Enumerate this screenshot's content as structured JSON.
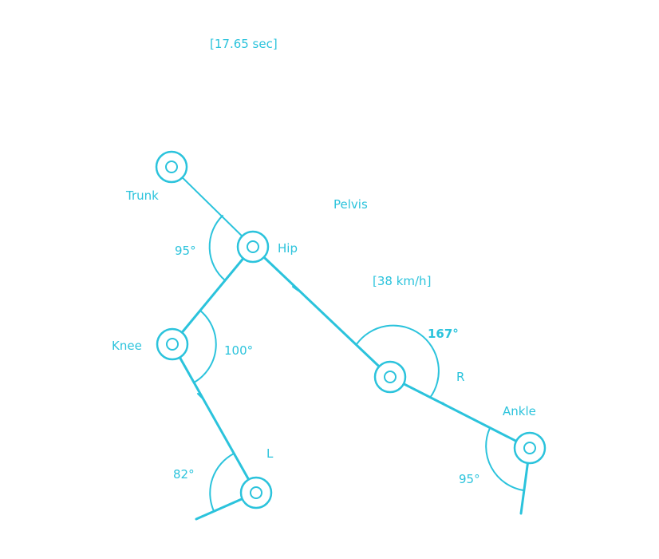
{
  "colors": {
    "accent": "#2bc3dc",
    "background": "#ffffff"
  },
  "header": {
    "time_readout": "[17.65 sec]"
  },
  "info": {
    "speed_readout": "[38 km/h]"
  },
  "joints": {
    "trunk": "Trunk",
    "pelvis": "Pelvis",
    "hip": "Hip",
    "knee": "Knee",
    "ankle": "Ankle"
  },
  "sides": {
    "left": "L",
    "right": "R"
  },
  "angles": {
    "hip": "95°",
    "left_knee": "100°",
    "right_knee": "167°",
    "left_ankle": "82°",
    "right_ankle": "95°"
  }
}
